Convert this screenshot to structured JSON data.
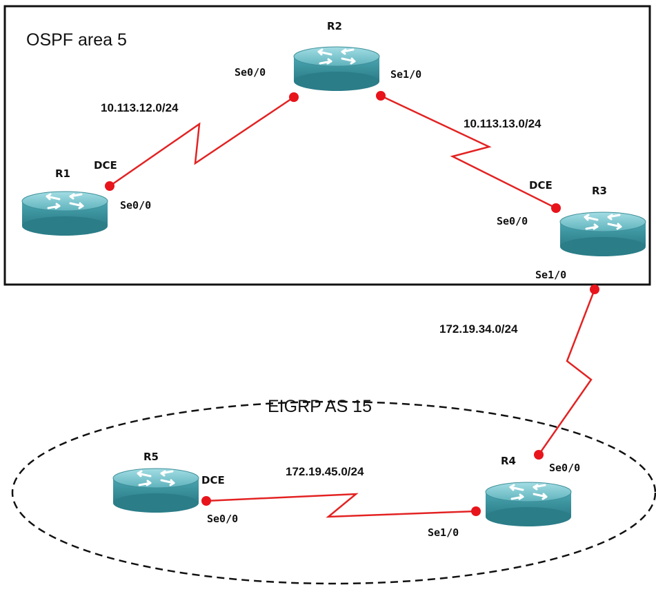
{
  "areas": {
    "ospf": {
      "title": "OSPF area 5"
    },
    "eigrp": {
      "title": "EIGRP AS 15"
    }
  },
  "routers": {
    "r1": {
      "name": "R1"
    },
    "r2": {
      "name": "R2"
    },
    "r3": {
      "name": "R3"
    },
    "r4": {
      "name": "R4"
    },
    "r5": {
      "name": "R5"
    }
  },
  "links": {
    "r1_r2": {
      "network": "10.113.12.0/24",
      "r1_iface": "Se0/0",
      "r2_iface": "Se0/0",
      "dce": "DCE"
    },
    "r2_r3": {
      "network": "10.113.13.0/24",
      "r2_iface": "Se1/0",
      "r3_iface": "Se0/0",
      "dce": "DCE"
    },
    "r3_r4": {
      "network": "172.19.34.0/24",
      "r3_iface": "Se1/0",
      "r4_iface": "Se0/0"
    },
    "r4_r5": {
      "network": "172.19.45.0/24",
      "r4_iface": "Se1/0",
      "r5_iface": "Se0/0",
      "dce": "DCE"
    }
  },
  "colors": {
    "link": "#e32222",
    "port": "#e8141c",
    "router_body": "#3c94a0",
    "router_top": "#7ec6cf",
    "border": "#111111"
  },
  "icons": {
    "router": "router-icon"
  }
}
